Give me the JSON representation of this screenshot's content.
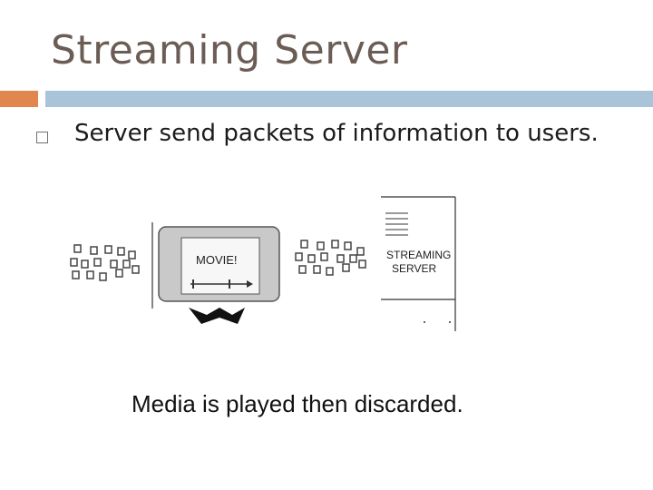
{
  "slide": {
    "title": "Streaming Server",
    "bullet": "Server send packets of information to users.",
    "caption": "Media is played then discarded."
  },
  "illustration": {
    "player_label": "MOVIE!",
    "server_label_line1": "STREAMING",
    "server_label_line2": "SERVER"
  },
  "colors": {
    "title": "#6b5d55",
    "accent_orange": "#e0874f",
    "accent_blue": "#a9c3d8",
    "screen_gray": "#c9c9c9"
  }
}
